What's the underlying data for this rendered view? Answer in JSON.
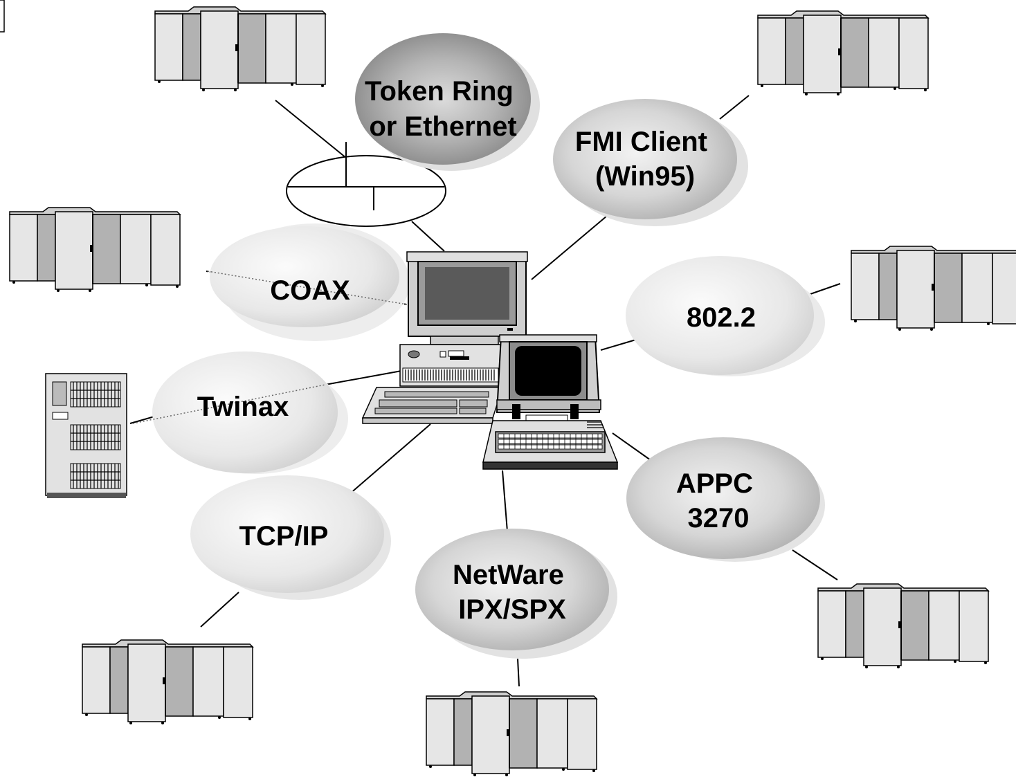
{
  "bubbles": {
    "token_ring": {
      "line1": "Token Ring",
      "line2": "or Ethernet"
    },
    "fmi_client": {
      "line1": "FMI Client",
      "line2": "(Win95)"
    },
    "coax": {
      "line1": "COAX"
    },
    "dlc_8022": {
      "line1": "802.2"
    },
    "twinax": {
      "line1": "Twinax"
    },
    "appc": {
      "line1": "APPC",
      "line2": "3270"
    },
    "tcpip": {
      "line1": "TCP/IP"
    },
    "netware": {
      "line1": "NetWare",
      "line2": "IPX/SPX"
    }
  },
  "icons": {
    "host": "mainframe-icon",
    "midrange": "as400-tower-icon",
    "desktop": "desktop-pc-icon",
    "terminal": "terminal-icon",
    "lan": "lan-ring-icon"
  },
  "colors": {
    "bubble_dark": "#8a8a8a",
    "bubble_light": "#ececec",
    "cabinet": "#e4e4e4",
    "door": "#b4b4b4"
  }
}
